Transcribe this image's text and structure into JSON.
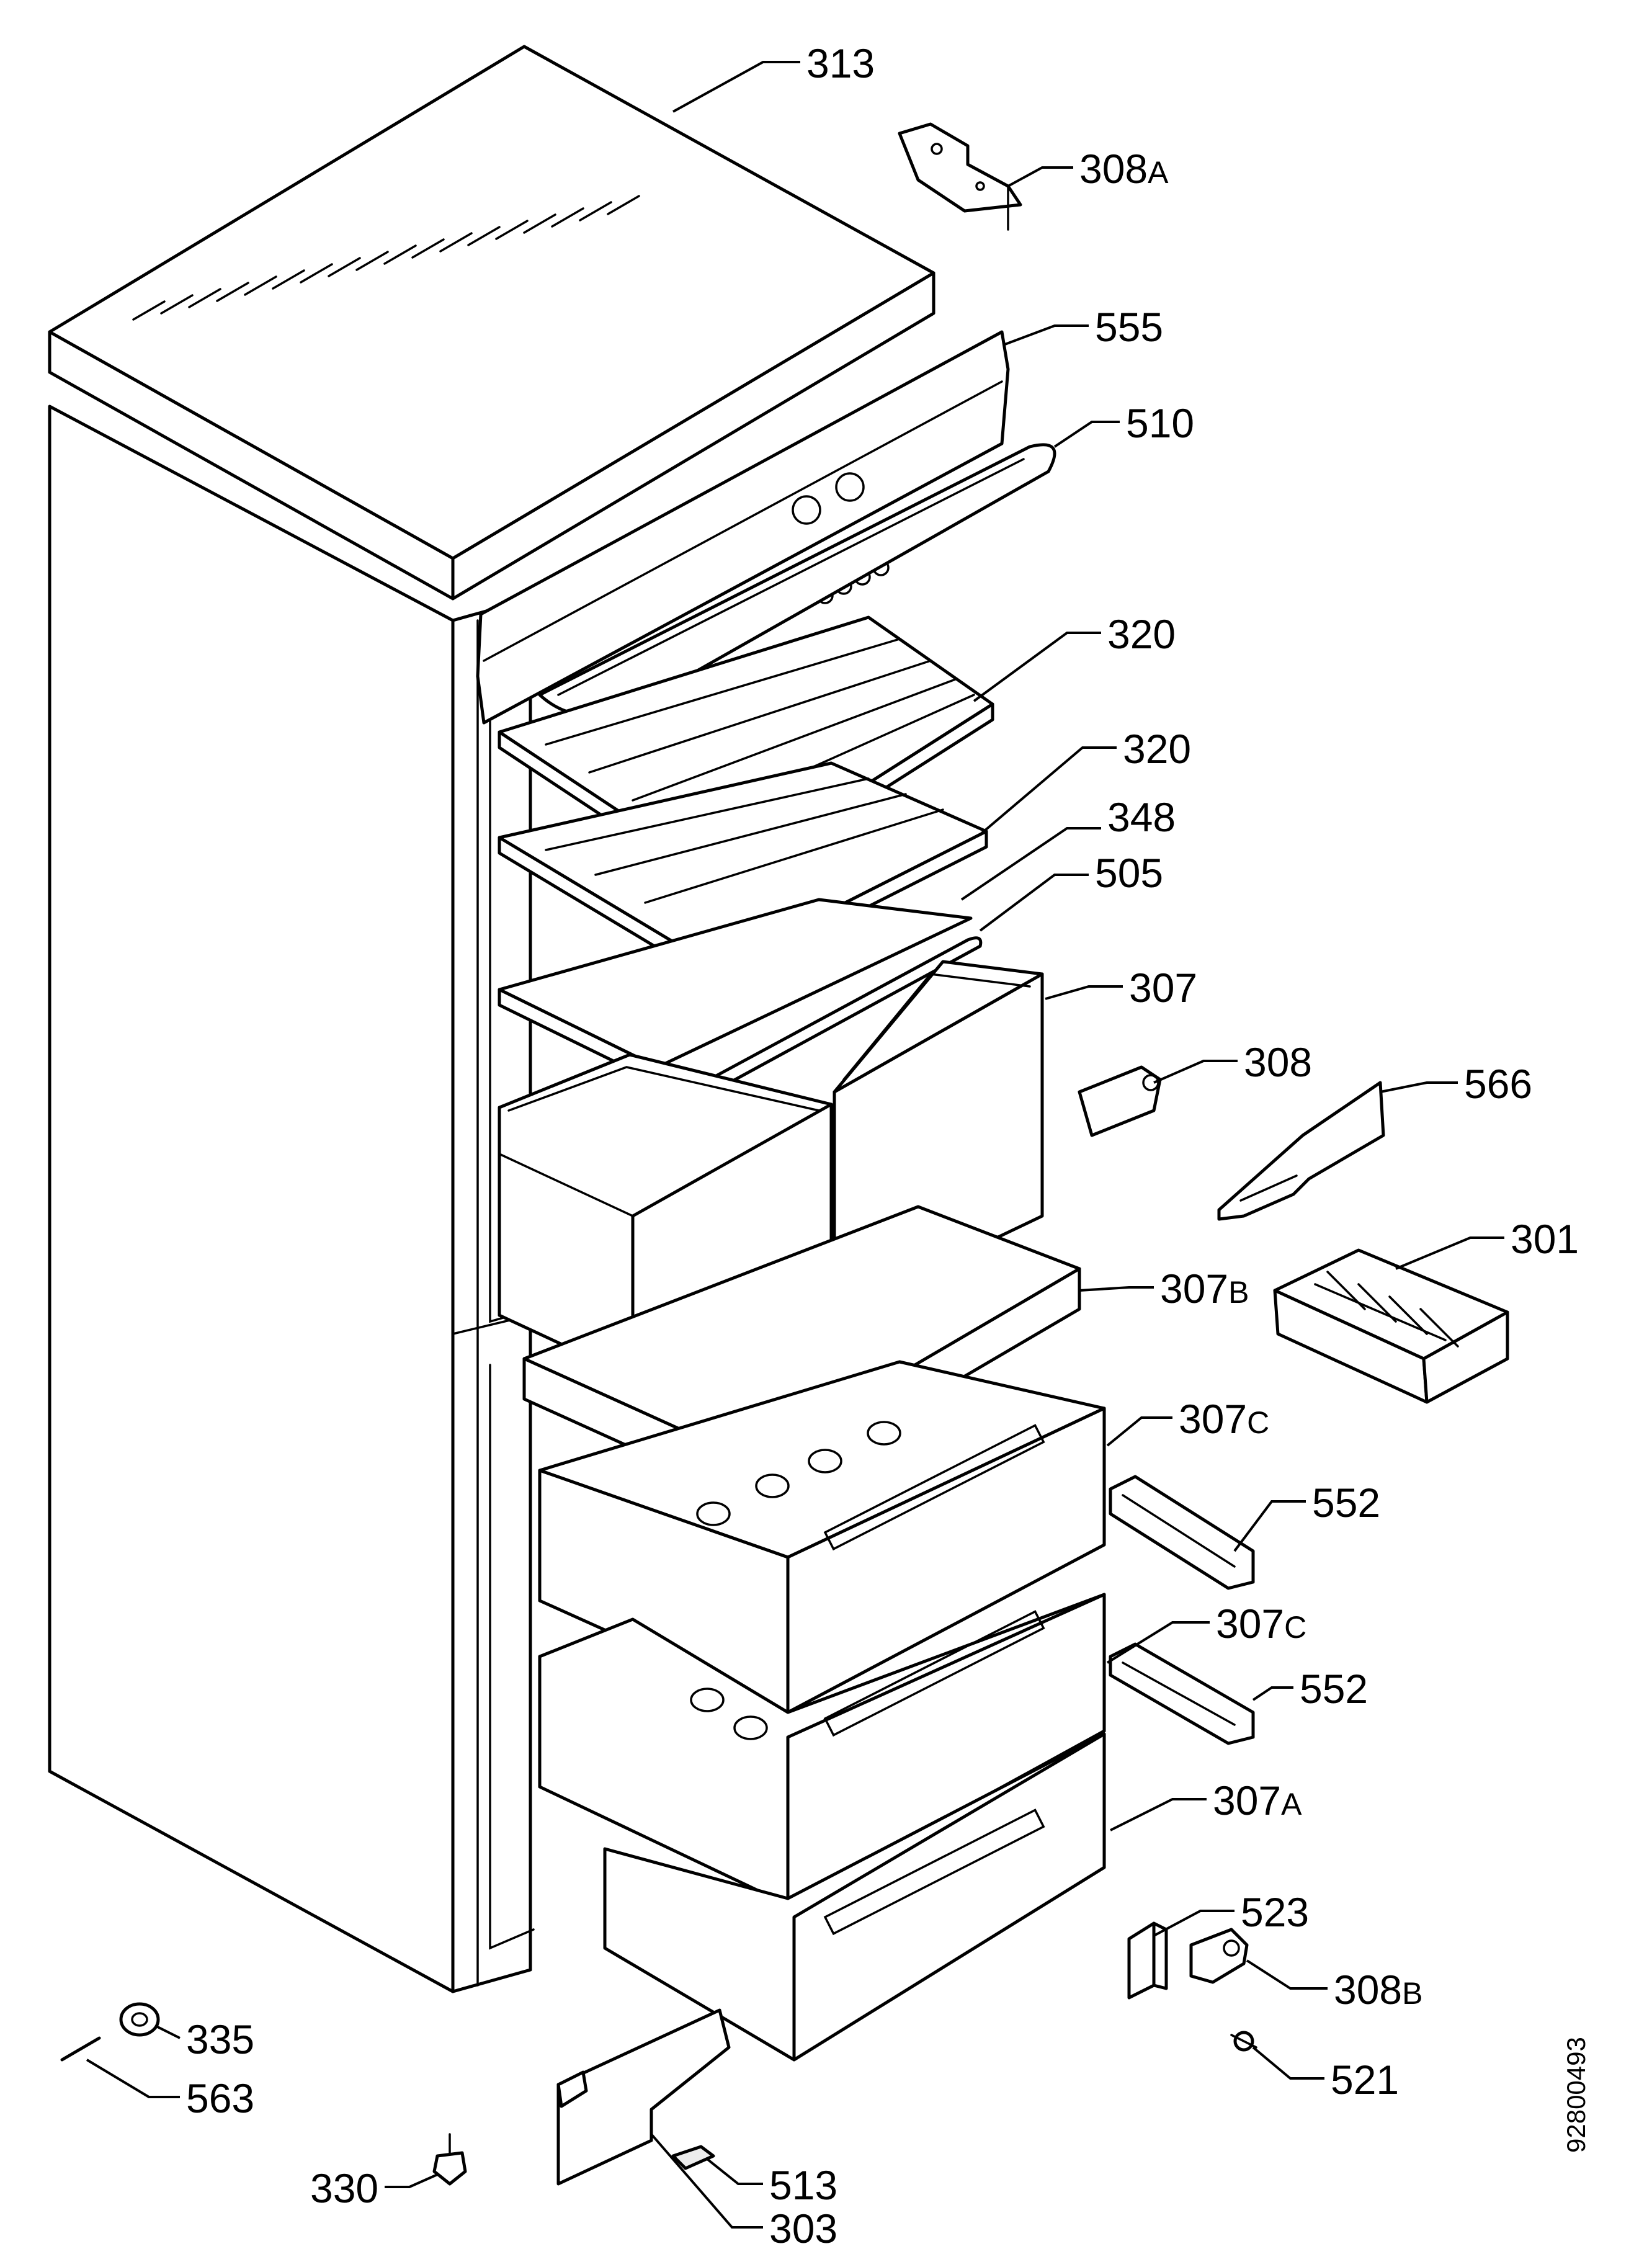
{
  "document_number": "92800493",
  "callouts": [
    {
      "id": "313",
      "num": "313",
      "suffix": ""
    },
    {
      "id": "308A",
      "num": "308",
      "suffix": "A"
    },
    {
      "id": "555",
      "num": "555",
      "suffix": ""
    },
    {
      "id": "510",
      "num": "510",
      "suffix": ""
    },
    {
      "id": "320-upper",
      "num": "320",
      "suffix": ""
    },
    {
      "id": "320-lower",
      "num": "320",
      "suffix": ""
    },
    {
      "id": "348",
      "num": "348",
      "suffix": ""
    },
    {
      "id": "505",
      "num": "505",
      "suffix": ""
    },
    {
      "id": "307",
      "num": "307",
      "suffix": ""
    },
    {
      "id": "308",
      "num": "308",
      "suffix": ""
    },
    {
      "id": "566",
      "num": "566",
      "suffix": ""
    },
    {
      "id": "301",
      "num": "301",
      "suffix": ""
    },
    {
      "id": "307B",
      "num": "307",
      "suffix": "B"
    },
    {
      "id": "307C-upper",
      "num": "307",
      "suffix": "C"
    },
    {
      "id": "552-upper",
      "num": "552",
      "suffix": ""
    },
    {
      "id": "307C-lower",
      "num": "307",
      "suffix": "C"
    },
    {
      "id": "552-lower",
      "num": "552",
      "suffix": ""
    },
    {
      "id": "307A",
      "num": "307",
      "suffix": "A"
    },
    {
      "id": "523",
      "num": "523",
      "suffix": ""
    },
    {
      "id": "308B",
      "num": "308",
      "suffix": "B"
    },
    {
      "id": "521",
      "num": "521",
      "suffix": ""
    },
    {
      "id": "335",
      "num": "335",
      "suffix": ""
    },
    {
      "id": "563",
      "num": "563",
      "suffix": ""
    },
    {
      "id": "330",
      "num": "330",
      "suffix": ""
    },
    {
      "id": "513",
      "num": "513",
      "suffix": ""
    },
    {
      "id": "303",
      "num": "303",
      "suffix": ""
    }
  ]
}
